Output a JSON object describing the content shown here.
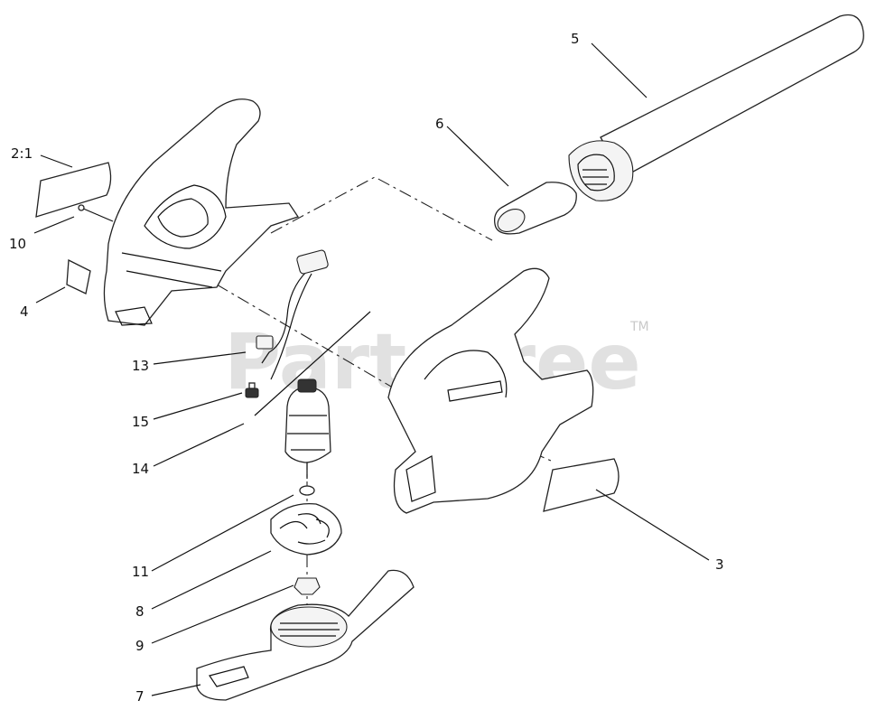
{
  "watermark": {
    "text": "PartsTree",
    "trademark": "TM"
  },
  "callouts": [
    {
      "id": "2-1",
      "label": "2:1"
    },
    {
      "id": "10",
      "label": "10"
    },
    {
      "id": "4",
      "label": "4"
    },
    {
      "id": "5",
      "label": "5"
    },
    {
      "id": "6",
      "label": "6"
    },
    {
      "id": "13",
      "label": "13"
    },
    {
      "id": "15",
      "label": "15"
    },
    {
      "id": "14",
      "label": "14"
    },
    {
      "id": "11",
      "label": "11"
    },
    {
      "id": "8",
      "label": "8"
    },
    {
      "id": "9",
      "label": "9"
    },
    {
      "id": "7",
      "label": "7"
    },
    {
      "id": "3",
      "label": "3"
    }
  ]
}
